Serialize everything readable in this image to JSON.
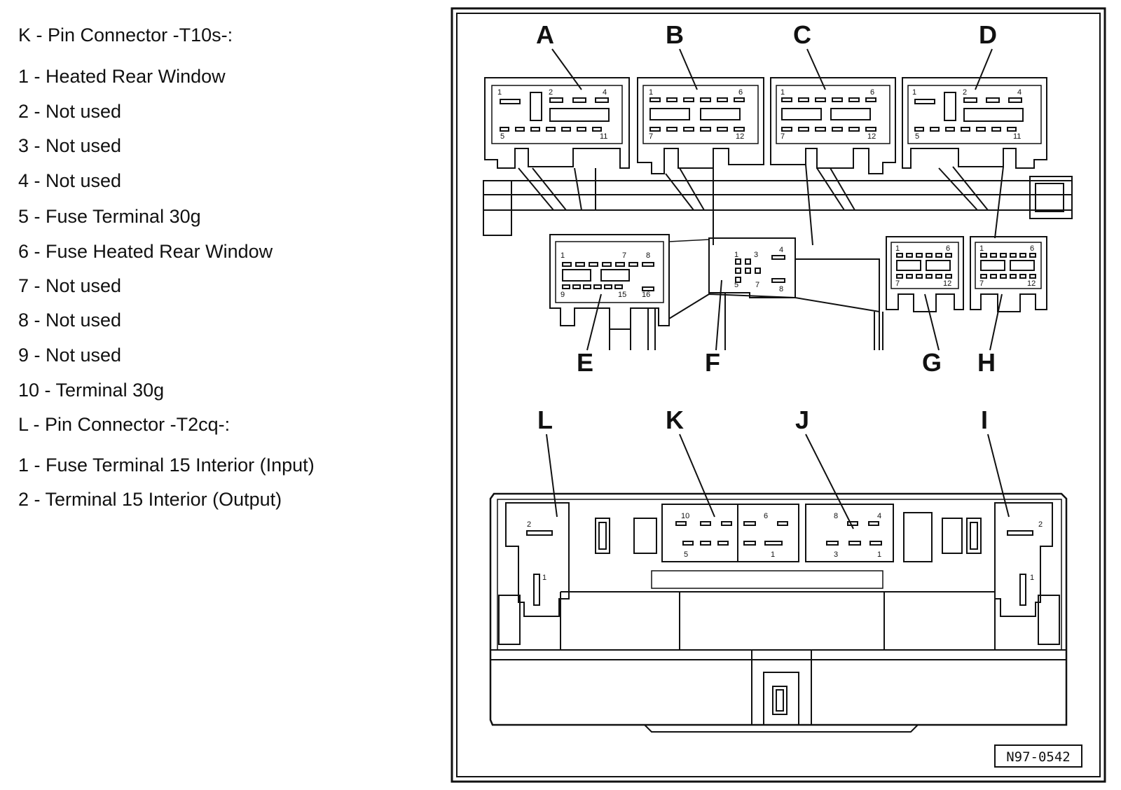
{
  "legend": {
    "lines": [
      "K - Pin Connector -T10s-:",
      "1 - Heated Rear Window",
      "2 - Not used",
      "3 - Not used",
      "4 - Not used",
      "5 - Fuse Terminal 30g",
      "6 - Fuse Heated Rear Window",
      "7 - Not used",
      "8 - Not used",
      "9 - Not used",
      "10 - Terminal 30g",
      "L - Pin Connector -T2cq-:",
      "1 - Fuse Terminal 15 Interior (Input)",
      "2 - Terminal 15 Interior (Output)"
    ]
  },
  "diagram": {
    "letters": {
      "A": "A",
      "B": "B",
      "C": "C",
      "D": "D",
      "E": "E",
      "F": "F",
      "G": "G",
      "H": "H",
      "I": "I",
      "J": "J",
      "K": "K",
      "L": "L"
    },
    "pins": {
      "a1": "1",
      "a2": "2",
      "a4": "4",
      "a5": "5",
      "a11": "11",
      "b1": "1",
      "b6": "6",
      "b7": "7",
      "b12": "12",
      "c1": "1",
      "c6": "6",
      "c7": "7",
      "c12": "12",
      "d1": "1",
      "d2": "2",
      "d4": "4",
      "d5": "5",
      "d11": "11",
      "e1": "1",
      "e7": "7",
      "e8": "8",
      "e9": "9",
      "e15": "15",
      "e16": "16",
      "f1": "1",
      "f3": "3",
      "f4": "4",
      "f5": "5",
      "f7": "7",
      "f8": "8",
      "g1": "1",
      "g6": "6",
      "g7": "7",
      "g12": "12",
      "h1": "1",
      "h6": "6",
      "h7": "7",
      "h12": "12",
      "k10": "10",
      "k6": "6",
      "k5": "5",
      "k1": "1",
      "j8": "8",
      "j4": "4",
      "j3": "3",
      "j1": "1",
      "l2": "2",
      "l1": "1",
      "i2": "2",
      "i1": "1"
    },
    "figure_code": "N97-0542"
  }
}
